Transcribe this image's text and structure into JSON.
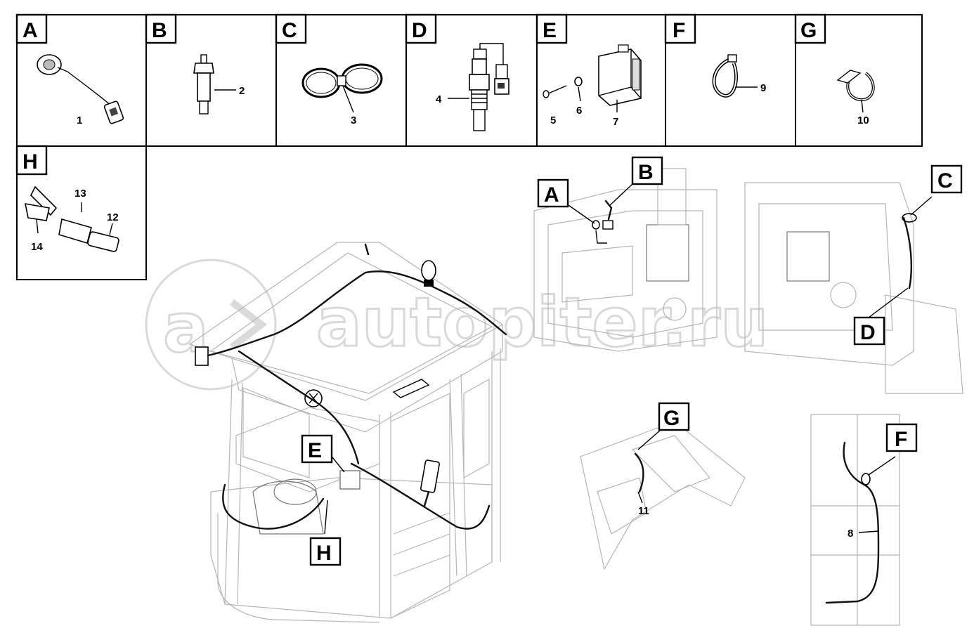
{
  "callouts": {
    "A": "A",
    "B": "B",
    "C": "C",
    "D": "D",
    "E": "E",
    "F": "F",
    "G": "G",
    "H": "H"
  },
  "numbers": {
    "n1": "1",
    "n2": "2",
    "n3": "3",
    "n4": "4",
    "n5": "5",
    "n6": "6",
    "n7": "7",
    "n8": "8",
    "n9": "9",
    "n10": "10",
    "n11": "11",
    "n12": "12",
    "n13": "13",
    "n14": "14"
  },
  "watermark": {
    "text": "autopiter.ru",
    "color": "#d9d9d9"
  }
}
